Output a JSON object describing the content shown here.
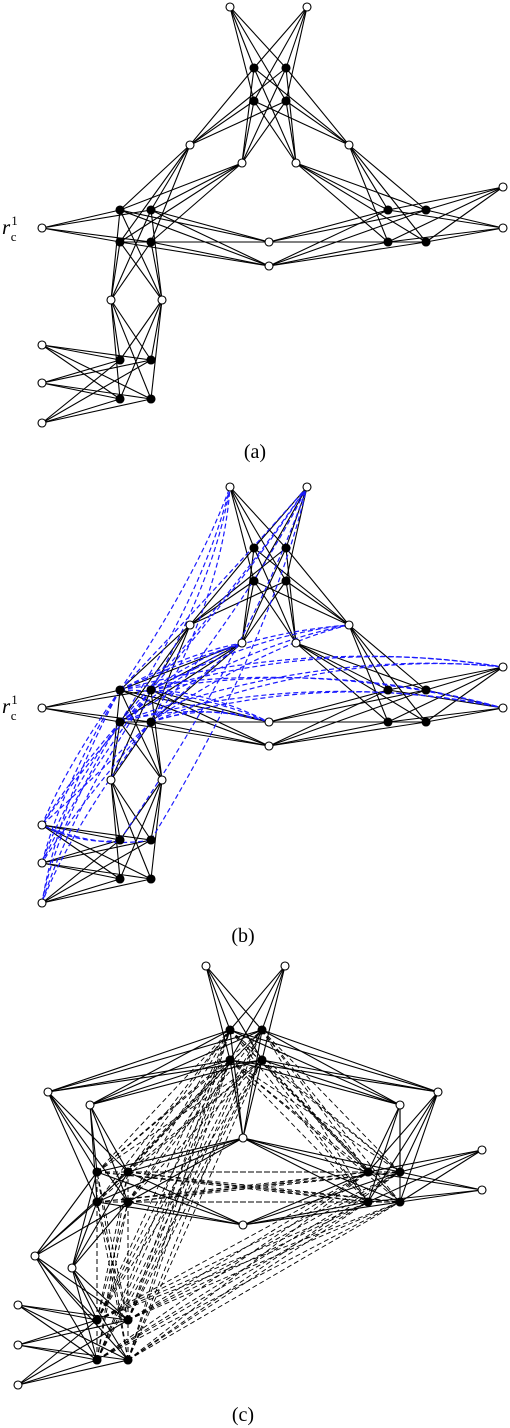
{
  "colors": {
    "solid_edge": "#000000",
    "blue_dashed": "#1a1aff",
    "black_dashed": "#000000",
    "hollow_node": "#ffffff",
    "filled_node": "#000000"
  },
  "panels": [
    {
      "id": "a",
      "caption": "(a)",
      "label": {
        "base": "r",
        "sub": "c",
        "sup": "1"
      }
    },
    {
      "id": "b",
      "caption": "(b)",
      "label": {
        "base": "r",
        "sub": "c",
        "sup": "1"
      }
    },
    {
      "id": "c",
      "caption": "(c)",
      "label": null
    }
  ]
}
